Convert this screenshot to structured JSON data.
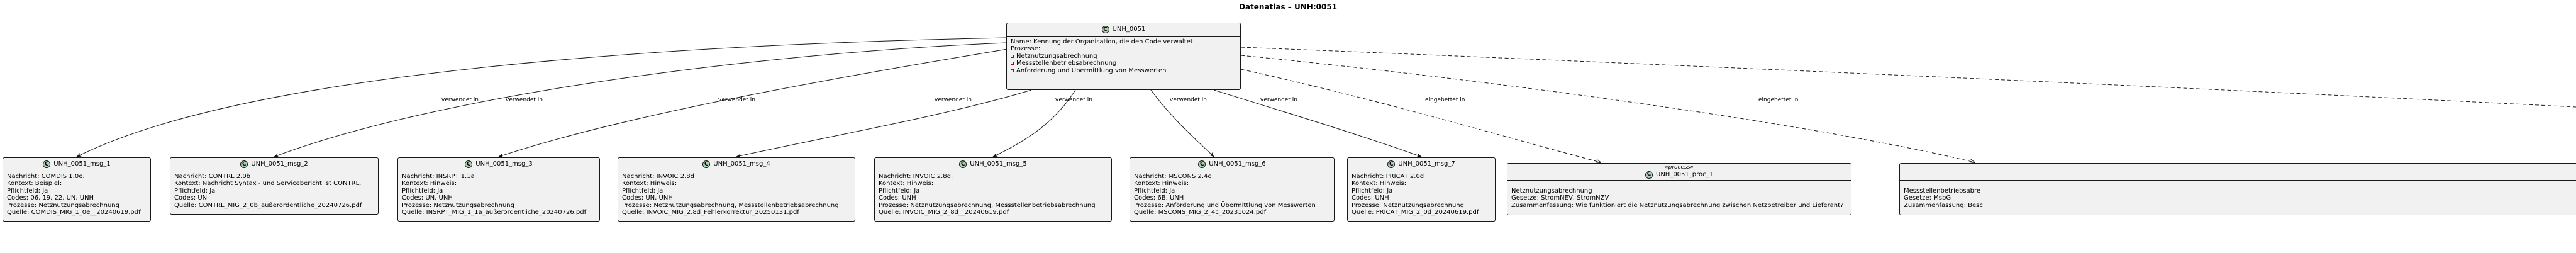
{
  "title": "Datenatlas – UNH:0051",
  "root": {
    "name": "UNH_0051",
    "icon": "C",
    "lines": [
      "Name: Kennung der Organisation, die den Code verwaltet",
      "Prozesse:"
    ],
    "processes": [
      "Netznutzungsabrechnung",
      "Messstellenbetriebsabrechnung",
      "Anforderung und Übermittlung von Messwerten"
    ]
  },
  "messages": [
    {
      "name": "UNH_0051_msg_1",
      "icon": "C",
      "lines": [
        "Nachricht: COMDIS 1.0e.",
        "Kontext: Beispiel:",
        "Pflichtfeld: Ja",
        "Codes: 06, 19, 22, UN, UNH",
        "Prozesse: Netznutzungsabrechnung",
        "Quelle: COMDIS_MIG_1_0e__20240619.pdf"
      ]
    },
    {
      "name": "UNH_0051_msg_2",
      "icon": "C",
      "lines": [
        "Nachricht: CONTRL 2.0b",
        "Kontext: Nachricht Syntax -  und Servicebericht ist CONTRL.",
        "Pflichtfeld: Ja",
        "Codes: UN",
        "Quelle: CONTRL_MIG_2_0b_außerordentliche_20240726.pdf"
      ]
    },
    {
      "name": "UNH_0051_msg_3",
      "icon": "C",
      "lines": [
        "Nachricht: INSRPT 1.1a",
        "Kontext: Hinweis:",
        "Pflichtfeld: Ja",
        "Codes: UN, UNH",
        "Prozesse: Netznutzungsabrechnung",
        "Quelle: INSRPT_MIG_1_1a_außerordentliche_20240726.pdf"
      ]
    },
    {
      "name": "UNH_0051_msg_4",
      "icon": "C",
      "lines": [
        "Nachricht: INVOIC 2.8d",
        "Kontext: Hinweis:",
        "Pflichtfeld: Ja",
        "Codes: UN, UNH",
        "Prozesse: Netznutzungsabrechnung, Messstellenbetriebsabrechnung",
        "Quelle: INVOIC_MIG_2.8d_Fehlerkorrektur_20250131.pdf"
      ]
    },
    {
      "name": "UNH_0051_msg_5",
      "icon": "C",
      "lines": [
        "Nachricht: INVOIC 2.8d.",
        "Kontext: Hinweis:",
        "Pflichtfeld: Ja",
        "Codes: UNH",
        "Prozesse: Netznutzungsabrechnung, Messstellenbetriebsabrechnung",
        "Quelle: INVOIC_MIG_2_8d__20240619.pdf"
      ]
    },
    {
      "name": "UNH_0051_msg_6",
      "icon": "C",
      "lines": [
        "Nachricht: MSCONS 2.4c",
        "Kontext: Hinweis:",
        "Pflichtfeld: Ja",
        "Codes: 6B, UNH",
        "Prozesse: Anforderung und Übermittlung von Messwerten",
        "Quelle: MSCONS_MIG_2_4c_20231024.pdf"
      ]
    },
    {
      "name": "UNH_0051_msg_7",
      "icon": "C",
      "lines": [
        "Nachricht: PRICAT 2.0d",
        "Kontext: Hinweis:",
        "Pflichtfeld: Ja",
        "Codes: UNH",
        "Prozesse: Netznutzungsabrechnung",
        "Quelle: PRICAT_MIG_2_0d_20240619.pdf"
      ]
    }
  ],
  "procs": [
    {
      "name": "UNH_0051_proc_1",
      "icon": "C",
      "stereotype": "«process»",
      "lines": [
        "Netznutzungsabrechnung",
        "Gesetze: StromNEV, StromNZV",
        "Zusammenfassung: Wie funktioniert die Netznutzungsabrechnung zwischen Netzbetreiber und Lieferant?"
      ]
    },
    {
      "name": "",
      "icon": "",
      "stereotype": "",
      "lines": [
        "Messstellenbetriebsabre",
        "Gesetze: MsbG",
        "Zusammenfassung: Besc"
      ]
    }
  ],
  "edge_labels": {
    "used_in": "verwendet in",
    "embedded_in": "eingebettet in"
  }
}
